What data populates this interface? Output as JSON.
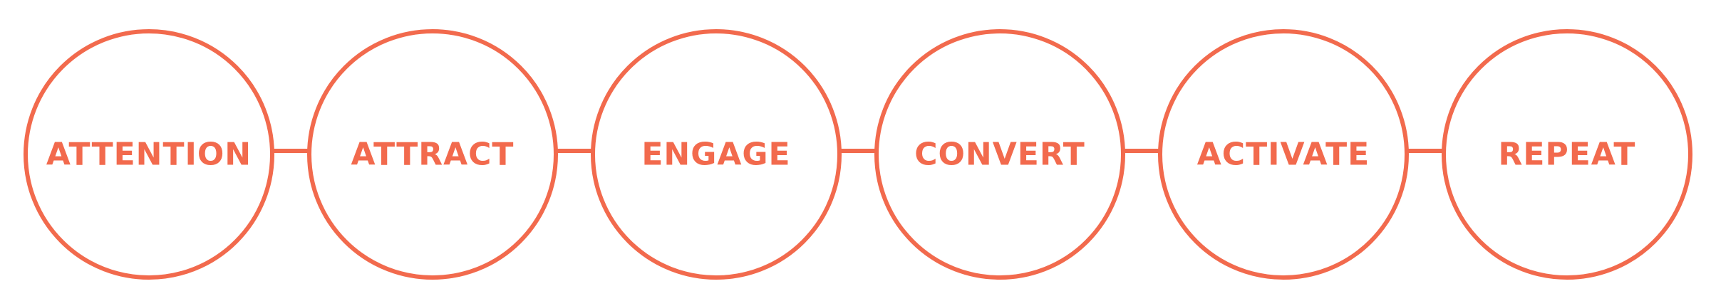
{
  "flow": {
    "accent_color": "#f26a4d",
    "stages": [
      {
        "label": "ATTENTION"
      },
      {
        "label": "ATTRACT"
      },
      {
        "label": "ENGAGE"
      },
      {
        "label": "CONVERT"
      },
      {
        "label": "ACTIVATE"
      },
      {
        "label": "REPEAT"
      }
    ]
  }
}
